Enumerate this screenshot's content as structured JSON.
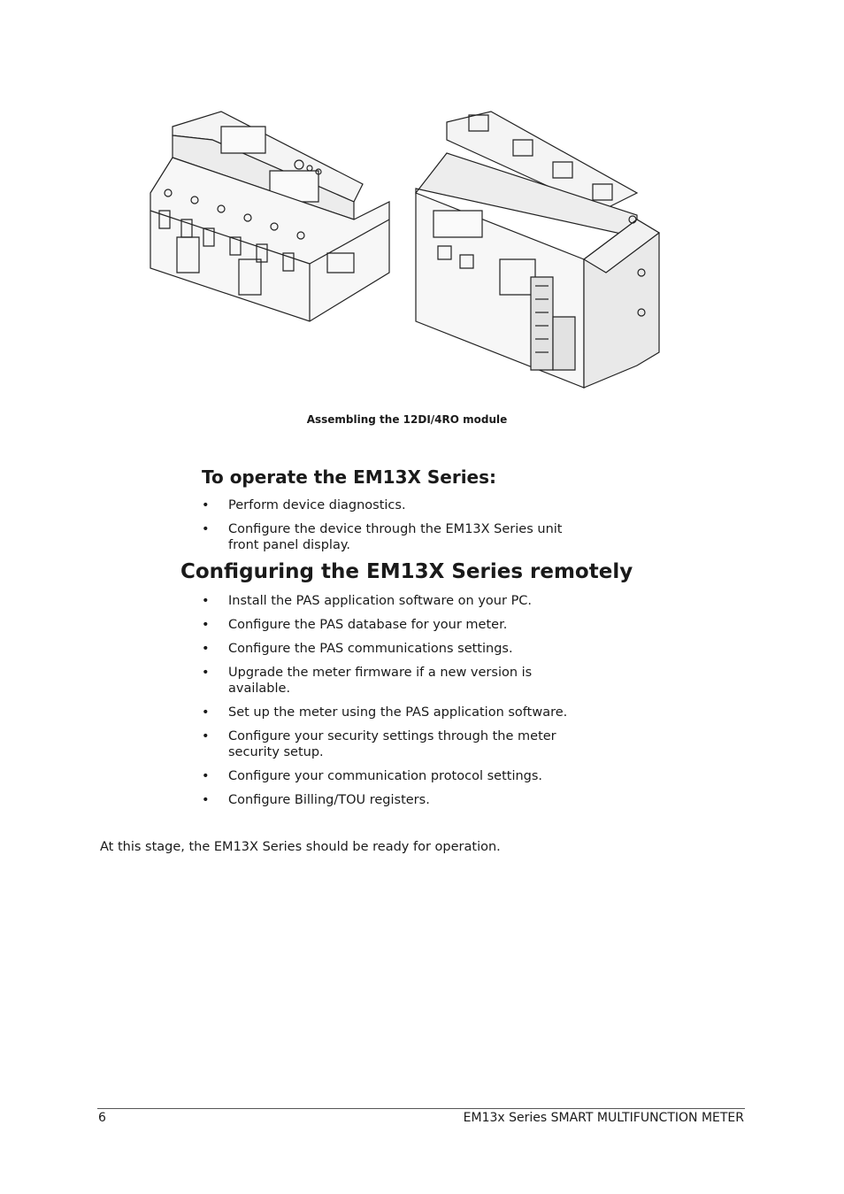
{
  "figure": {
    "caption": "Assembling the 12DI/4RO module"
  },
  "section_operate": {
    "heading": "To operate the EM13X Series:",
    "items": [
      "Perform device diagnostics.",
      "Configure the device through the EM13X Series unit front panel display."
    ]
  },
  "section_remote": {
    "heading": "Configuring the EM13X Series remotely",
    "items": [
      "Install the PAS application software on your PC.",
      "Configure the PAS database for your meter.",
      "Configure the PAS communications settings.",
      "Upgrade the meter firmware if a new version is available.",
      "Set up the meter using the PAS application software.",
      "Configure your security settings through the meter security setup.",
      "Configure your communication protocol settings.",
      "Configure Billing/TOU registers."
    ]
  },
  "closing_paragraph": "At this stage, the EM13X Series should be ready for operation.",
  "footer": {
    "page_number": "6",
    "title": "EM13x Series SMART MULTIFUNCTION METER"
  }
}
